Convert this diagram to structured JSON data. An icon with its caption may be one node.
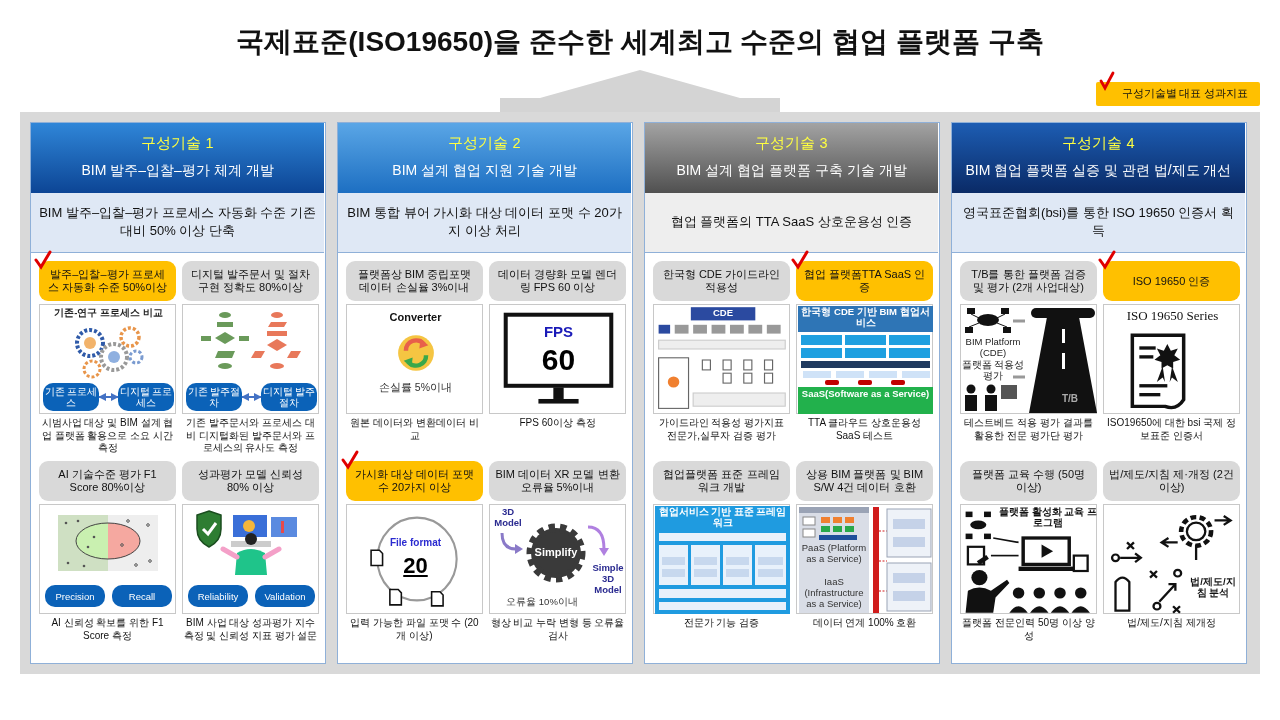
{
  "diagram": {
    "title": "국제표준(ISO19650)을 준수한 세계최고 수준의 협업 플랫폼 구축",
    "nodes": [
      {
        "text": [],
        "shape": "box"
      },
      {
        "text": [
          "구성기술 1",
          "BIM 발주–입찰–평가 체계 개발"
        ],
        "in": 0
      },
      {
        "text": [
          "BIM 발주–입찰–평가 프로세스 자동화 수준 기존 대비 50% 이상 단축"
        ],
        "in": 0
      },
      {
        "text": [
          "발주–입찰–평가 프로세스 자동화 수준 50%이상"
        ],
        "in": 0
      },
      {
        "text": [],
        "shape": "picture",
        "beside": [
          "시범사업 대상 및 BIM 설계 협업 플랫폼 활용으로 소요 시간 측정"
        ],
        "in": 0
      },
      {
        "text": [
          "기존 프로세스"
        ],
        "in": 4
      },
      {
        "text": [
          "디지털 프로세스"
        ],
        "in": 4
      },
      {
        "text": [
          "디지털 발주문서 및 절차 구현 정확도 80%이상"
        ],
        "in": 0
      },
      {
        "text": [],
        "shape": "picture",
        "beside": [
          "기존 발주문서와 프로세스 대비 디지털화된 발주문서와 프로세스의 유사도 측정"
        ],
        "in": 0
      },
      {
        "text": [
          "기존 발주절차"
        ],
        "in": 8
      },
      {
        "text": [
          "디지털 발주절차"
        ],
        "in": 8
      },
      {
        "text": [
          "AI 기술수준 평가 F1 Score 80%이상"
        ],
        "in": 0
      },
      {
        "text": [],
        "shape": "picture",
        "beside": [
          "AI 신뢰성 확보를 위한 F1 Score 측정"
        ],
        "in": 0
      },
      {
        "text": [
          "Precision"
        ],
        "in": 12
      },
      {
        "text": [
          "Recall"
        ],
        "in": 12
      },
      {
        "text": [
          "성과평가 모델 신뢰성 80% 이상"
        ],
        "in": 0
      },
      {
        "text": [],
        "shape": "picture",
        "beside": [
          "BIM 사업 대상 성과평가 지수 측정 및 신뢰성 지표 평가 설문"
        ],
        "in": 0
      },
      {
        "text": [
          "Reliability"
        ],
        "in": 16
      },
      {
        "text": [
          "Validation"
        ],
        "in": 16
      },
      {
        "text": [],
        "shape": "box"
      },
      {
        "text": [
          "구성기술 2",
          "BIM 설계 협업 지원 기술 개발"
        ],
        "in": 19
      },
      {
        "text": [
          "BIM 통합 뷰어 가시화 대상 데이터 포맷 수 20가지 이상 처리"
        ],
        "in": 19
      },
      {
        "text": [
          "플랫폼상 BIM 중립포맷 데이터 손실율 3%이내"
        ],
        "in": 19
      },
      {
        "text": [],
        "shape": "picture",
        "beside": [
          "원본 데이터와 변환데이터 비교"
        ],
        "in": 19
      },
      {
        "text": [
          "데이터 경량화 모델 렌더링 FPS 60 이상"
        ],
        "in": 19
      },
      {
        "text": [],
        "shape": "picture",
        "beside": [
          "FPS 60이상 측정"
        ],
        "in": 19
      },
      {
        "text": [
          "가시화 대상 데이터 포맷수 20가지 이상"
        ],
        "in": 19
      },
      {
        "text": [],
        "shape": "picture",
        "beside": [
          "입력 가능한 파일 포맷 수 (20개 이상)"
        ],
        "in": 19
      },
      {
        "text": [
          "BIM 데이터 XR 모델 변환 오류율 5%이내"
        ],
        "in": 19
      },
      {
        "text": [],
        "shape": "picture",
        "beside": [
          "형상 비교 누락 변형 등 오류율 검사"
        ],
        "in": 19
      },
      {
        "text": [],
        "shape": "box"
      },
      {
        "text": [
          "구성기술 3",
          "BIM 설계 협업 플랫폼 구축 기술 개발"
        ],
        "in": 30
      },
      {
        "text": [
          "협업 플랫폼의 TTA SaaS 상호운용성 인증"
        ],
        "in": 30
      },
      {
        "text": [
          "한국형 CDE 가이드라인 적용성"
        ],
        "in": 30
      },
      {
        "text": [],
        "shape": "picture",
        "beside": [
          "가이드라인 적용성 평가지표 전문가,실무자 검증 평가"
        ],
        "in": 30
      },
      {
        "text": [
          "협업 플랫폼TTA SaaS 인증"
        ],
        "in": 30
      },
      {
        "text": [],
        "shape": "picture",
        "beside": [
          "TTA 클라우드 상호운용성 SaaS 테스트"
        ],
        "in": 30
      },
      {
        "text": [
          "협업플랫폼 표준 프레임워크 개발"
        ],
        "in": 30
      },
      {
        "text": [],
        "shape": "picture",
        "beside": [
          "전문가 기능 검증"
        ],
        "in": 30
      },
      {
        "text": [
          "상용 BIM 플랫폼 및 BIM S/W 4건 데이터 호환"
        ],
        "in": 30
      },
      {
        "text": [],
        "shape": "picture",
        "beside": [
          "데이터 연계 100% 호환"
        ],
        "in": 30
      },
      {
        "text": [],
        "shape": "box"
      },
      {
        "text": [
          "구성기술 4",
          "BIM 협업 플랫폼 실증 및 관련 법/제도 개선"
        ],
        "in": 41
      },
      {
        "text": [
          "영국표준협회(bsi)를 통한 ISO 19650 인증서 획득"
        ],
        "in": 41
      },
      {
        "text": [
          "T/B를 통한 플랫폼 검증 및 평가 (2개 사업대상)"
        ],
        "in": 41
      },
      {
        "text": [],
        "shape": "picture",
        "beside": [
          "테스트베드 적용 평가 결과를 활용한 전문 평가단 평가"
        ],
        "in": 41
      },
      {
        "text": [
          "ISO 19650 인증"
        ],
        "in": 41
      },
      {
        "text": [],
        "shape": "picture",
        "beside": [
          "ISO19650에 대한 bsi 국제 정보표준 인증서"
        ],
        "in": 41
      },
      {
        "text": [
          "플랫폼 교육 수행 (50명 이상)"
        ],
        "in": 41
      },
      {
        "text": [],
        "shape": "picture",
        "beside": [
          "플랫폼 전문인력 50명 이상 양성"
        ],
        "in": 41
      },
      {
        "text": [
          "법/제도/지침 제·개정 (2건 이상)"
        ],
        "in": 41
      },
      {
        "text": [],
        "shape": "picture",
        "beside": [
          "법/제도/지침 제개정"
        ],
        "in": 41
      }
    ],
    "edges": [
      {
        "from": 5,
        "to": 6,
        "arrow": "both"
      },
      {
        "from": 9,
        "to": 10,
        "arrow": "both"
      }
    ],
    "labels": [
      "기존-연구 프로세스 비교",
      "Converter",
      "손실률 5%이내",
      "FPS",
      "60",
      "File format",
      "20",
      "3D Model",
      "Simplify",
      "Simple 3D Model",
      "오류율 10%이내",
      "CDE",
      "한국형 CDE 기반 BIM 협업서비스",
      "SaaS(Software as a Service)",
      "PaaS (Platform as a Service)",
      "IaaS (Infrastructure as a Service)",
      "BIM Platform (CDE)",
      "플랫폼 적용성 평가",
      "T/B",
      "ISO 19650 Series",
      "플랫폼 활성화 교육 프로그램",
      "법/제도/지침 분석",
      "협업서비스 기반 표준 프레임워크"
    ],
    "legend": [
      {
        "text": "구성기술별 대표 성과지표",
        "color": "#ffc000"
      }
    ]
  }
}
